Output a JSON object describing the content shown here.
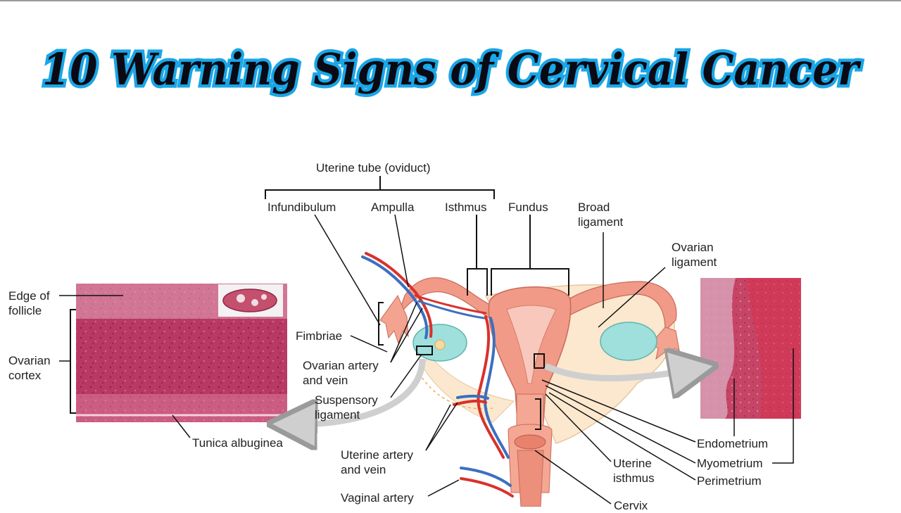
{
  "title": "10 Warning Signs of Cervical Cancer",
  "colors": {
    "title_fill": "#0a0a14",
    "title_outline": "#1aa6e6",
    "tissue_pink": "#c2436b",
    "uterus": "#f19a87",
    "artery": "#d8322b",
    "vein": "#3c6fc0",
    "ovary": "#9fe0dc",
    "broad_ligament": "#fbe8cf"
  },
  "labels": {
    "uterine_tube": "Uterine tube (oviduct)",
    "infundibulum": "Infundibulum",
    "ampulla": "Ampulla",
    "isthmus": "Isthmus",
    "fundus": "Fundus",
    "broad_ligament": "Broad\nligament",
    "ovarian_ligament": "Ovarian\nligament",
    "edge_of_follicle": "Edge of\nfollicle",
    "ovarian_cortex": "Ovarian\ncortex",
    "fimbriae": "Fimbriae",
    "ovarian_artery_vein": "Ovarian artery\nand vein",
    "suspensory_ligament": "Suspensory\nligament",
    "tunica_albuginea": "Tunica albuginea",
    "uterine_artery_vein": "Uterine artery\nand vein",
    "vaginal_artery": "Vaginal artery",
    "uterine_isthmus": "Uterine\nisthmus",
    "cervix": "Cervix",
    "endometrium": "Endometrium",
    "myometrium": "Myometrium",
    "perimetrium": "Perimetrium"
  }
}
